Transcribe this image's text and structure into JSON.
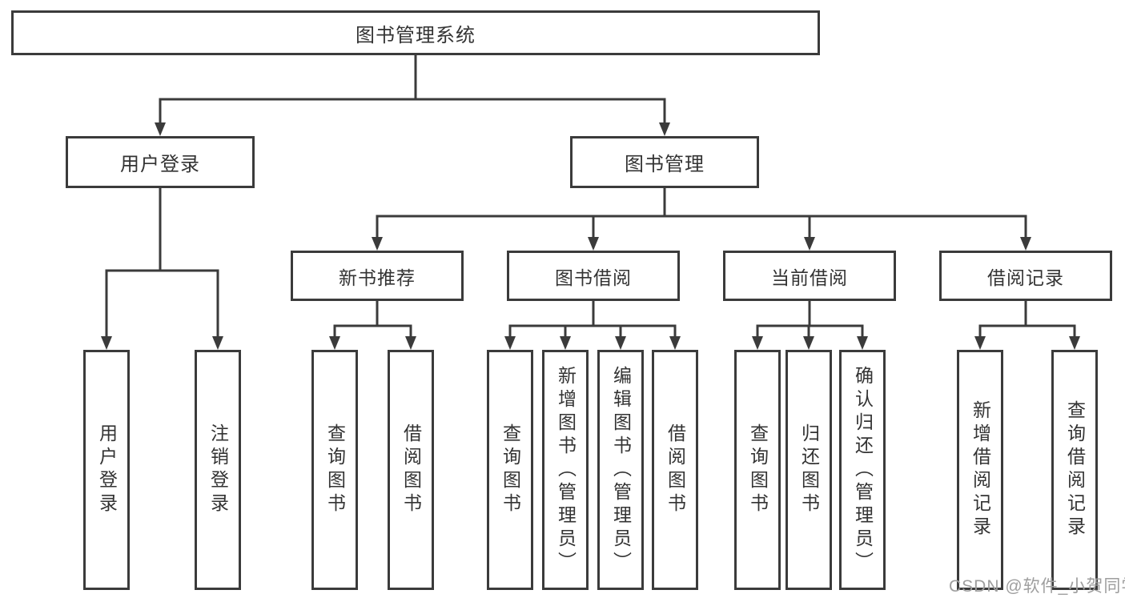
{
  "tree": {
    "root": {
      "label": "图书管理系统"
    },
    "branches": [
      {
        "label": "用户登录",
        "children": [
          {
            "label": "用户登录"
          },
          {
            "label": "注销登录"
          }
        ]
      },
      {
        "label": "图书管理",
        "children": [
          {
            "label": "新书推荐",
            "children": [
              {
                "label": "查询图书"
              },
              {
                "label": "借阅图书"
              }
            ]
          },
          {
            "label": "图书借阅",
            "children": [
              {
                "label": "查询图书"
              },
              {
                "label": "新增图书（管理员）"
              },
              {
                "label": "编辑图书（管理员）"
              },
              {
                "label": "借阅图书"
              }
            ]
          },
          {
            "label": "当前借阅",
            "children": [
              {
                "label": "查询图书"
              },
              {
                "label": "归还图书"
              },
              {
                "label": "确认归还（管理员）"
              }
            ]
          },
          {
            "label": "借阅记录",
            "children": [
              {
                "label": "新增借阅记录"
              },
              {
                "label": "查询借阅记录"
              }
            ]
          }
        ]
      }
    ]
  },
  "watermark": {
    "text": "CSDN @软件_小贺同学"
  },
  "colors": {
    "line": "#3b3b3b",
    "text": "#333333",
    "background": "#ffffff",
    "watermark": "#9e9e9e"
  }
}
